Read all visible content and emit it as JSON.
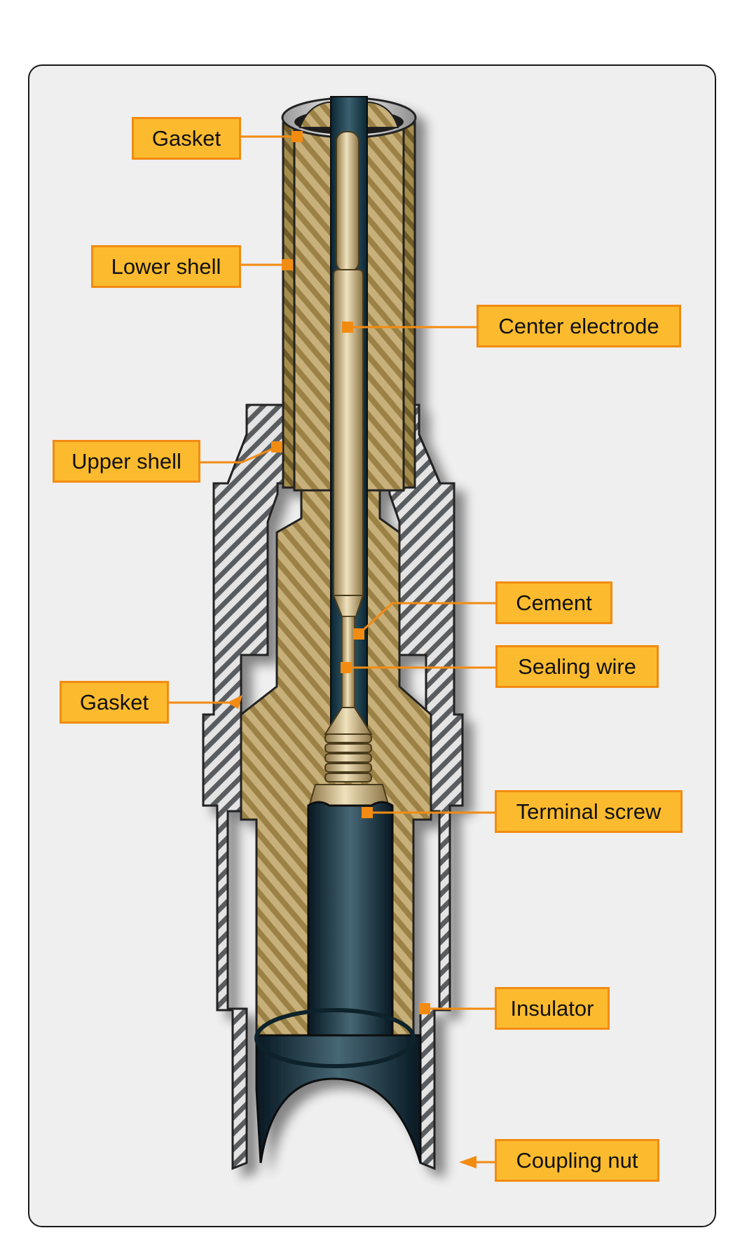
{
  "figure": {
    "labels": {
      "gasket_top": "Gasket",
      "lower_shell": "Lower shell",
      "center_electrode": "Center electrode",
      "upper_shell": "Upper shell",
      "cement": "Cement",
      "sealing_wire": "Sealing wire",
      "gasket_middle": "Gasket",
      "terminal_screw": "Terminal screw",
      "insulator": "Insulator",
      "coupling_nut": "Coupling nut"
    },
    "colors": {
      "label_fill": "#fcbb2e",
      "label_border": "#f28b12",
      "leader": "#f28b12",
      "metal_light": "#e2e2e2",
      "metal_dark": "#55585b",
      "ceramic_light": "#c5ad74",
      "ceramic_dark": "#9c8244",
      "bore": "#12313d",
      "electrode": "#cfb88a"
    }
  }
}
